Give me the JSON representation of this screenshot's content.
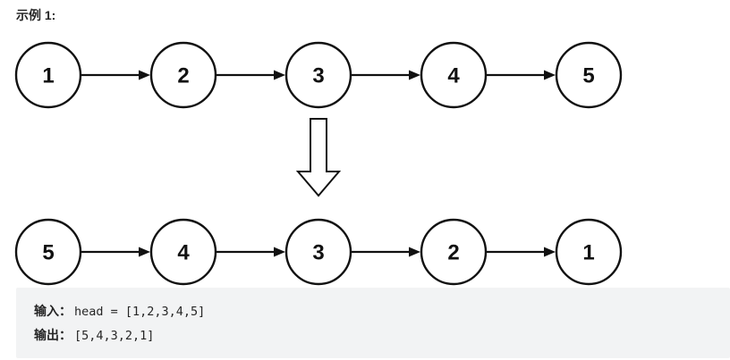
{
  "title": "示例 1:",
  "diagram": {
    "description": "singly linked list before and after reversal",
    "node_stroke_color": "#111111",
    "node_fill_color": "#ffffff",
    "node_text_color": "#111111",
    "lists": [
      {
        "name": "input-list",
        "node_values": [
          "1",
          "2",
          "3",
          "4",
          "5"
        ]
      },
      {
        "name": "output-list",
        "node_values": [
          "5",
          "4",
          "3",
          "2",
          "1"
        ]
      }
    ],
    "transform_icon": "down-arrow-icon"
  },
  "example_box": {
    "bg_color": "#f2f3f4",
    "input_label": "输入：",
    "input_code": "head = [1,2,3,4,5]",
    "output_label": "输出：",
    "output_code": "[5,4,3,2,1]"
  }
}
